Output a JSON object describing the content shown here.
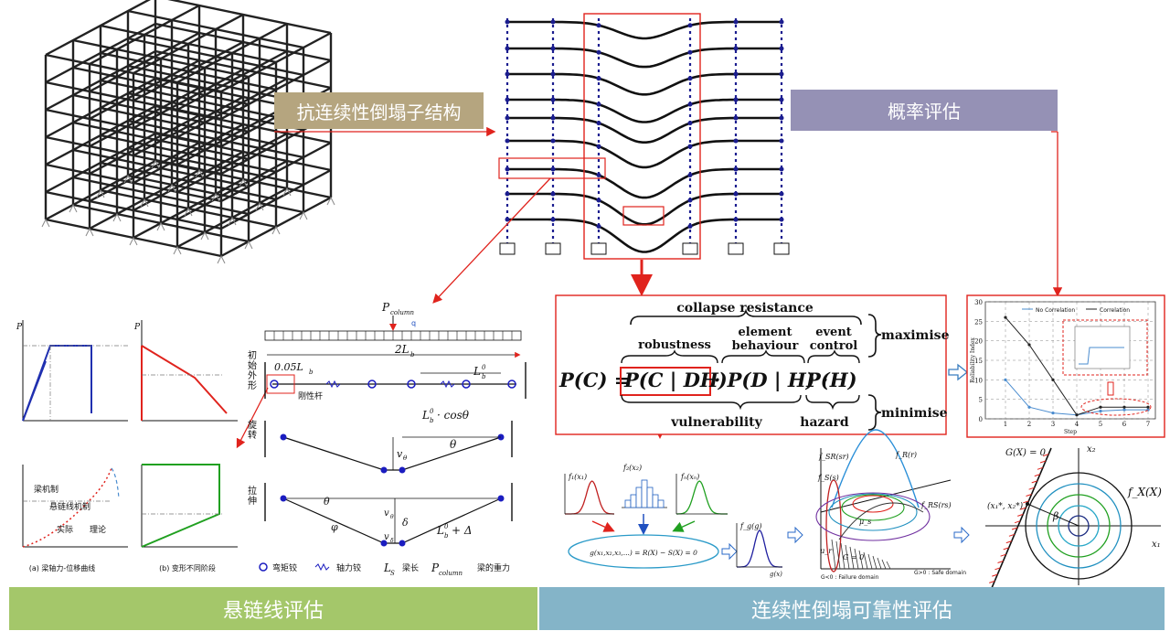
{
  "labels": {
    "structure": "抗连续性倒塌子结构",
    "probability": "概率评估",
    "catenary": "悬链线评估",
    "reliability": "连续性倒塌可靠性评估"
  },
  "colors": {
    "structure_bg": "#b5a57f",
    "probability_bg": "#9591b5",
    "catenary_bg": "#a4c76a",
    "reliability_bg": "#84b4c8",
    "red": "#e0231d",
    "frame_blue": "#1b1d8f"
  },
  "formula": {
    "collapse_resistance": "collapse resistance",
    "robustness": "robustness",
    "element_behaviour_1": "element",
    "element_behaviour_2": "behaviour",
    "event_control_1": "event",
    "event_control_2": "control",
    "maximise": "maximise",
    "minimise": "minimise",
    "vulnerability": "vulnerability",
    "hazard": "hazard",
    "lhs": "P(C) =",
    "term1": "P(C | DH)",
    "term2": "· P(D | H) ·",
    "term3": "P(H)"
  },
  "catenary_panel": {
    "p_column": "P",
    "p_column_sub": "column",
    "q_label": "q",
    "span_label": "2L",
    "span_sub": "b",
    "offset": "0.05L",
    "offset_sub": "b",
    "lb0": "L",
    "lb0_sup": "0",
    "lb0_sub": "b",
    "side_initial": "初始外形",
    "rigid_bar": "刚性杆",
    "side_rotation": "旋转",
    "side_tension": "拉伸",
    "rotation_expr": "· cosθ",
    "v_theta": "v",
    "v_theta_sub": "θ",
    "theta": "θ",
    "delta": "δ",
    "phi": "φ",
    "v_delta": "v",
    "v_delta_sub": "δ",
    "lb_plus": "+ Δ",
    "legend_hinge": "弯矩铰",
    "legend_axial": "轴力铰",
    "legend_ls": "L",
    "legend_ls_sub": "S",
    "legend_beam_len": "梁长",
    "legend_pcol": "P",
    "legend_pcol_sub": "column",
    "legend_weight": "梁的重力"
  },
  "small_plots": {
    "a_caption": "(a) 梁轴力-位移曲线",
    "b_caption": "(b) 变形不同阶段",
    "beam_mech": "梁机制",
    "catenary_mech": "悬链线机制",
    "actual": "实际",
    "theory": "理论"
  },
  "reliability_chart": {
    "ylabel": "Reliability Index",
    "xlabel": "Step",
    "yticks": [
      "0",
      "5",
      "10",
      "15",
      "20",
      "25",
      "30"
    ],
    "xticks": [
      "1",
      "2",
      "3",
      "4",
      "5",
      "6",
      "7"
    ],
    "legend_no": "No Correlation",
    "legend_corr": "Correlation"
  },
  "distribution_panel": {
    "eq": "g(x₁,x₂,x₃,...) = R(X) − S(X) = 0",
    "f1": "f₁(x₁)",
    "f2": "f₂(x₂)",
    "fn": "fₙ(xₙ)",
    "fg": "f_g(g)",
    "gx": "g(x)"
  },
  "surface_panel": {
    "fsr": "f_SR(sr)",
    "fr": "f_R(r)",
    "fs": "f_S(s)",
    "frs": "f_RS(rs)",
    "mus": "μ_s",
    "mur": "μ_r",
    "g0": "G = 0",
    "failure": "G<0 : Failure domain",
    "safe": "G>0 : Safe domain"
  },
  "contour_panel": {
    "g_eq": "G(X) = 0",
    "x2": "x₂",
    "x1": "x₁",
    "fx": "f_X(X)",
    "point": "(x₁*, x₂*)",
    "beta": "β"
  }
}
